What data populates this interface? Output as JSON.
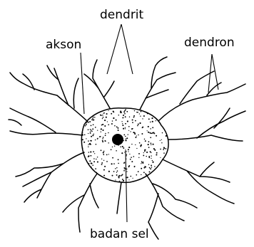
{
  "labels": {
    "dendrit": "dendrit",
    "akson": "akson",
    "dendron": "dendron",
    "badan_sel": "badan sel"
  }
}
